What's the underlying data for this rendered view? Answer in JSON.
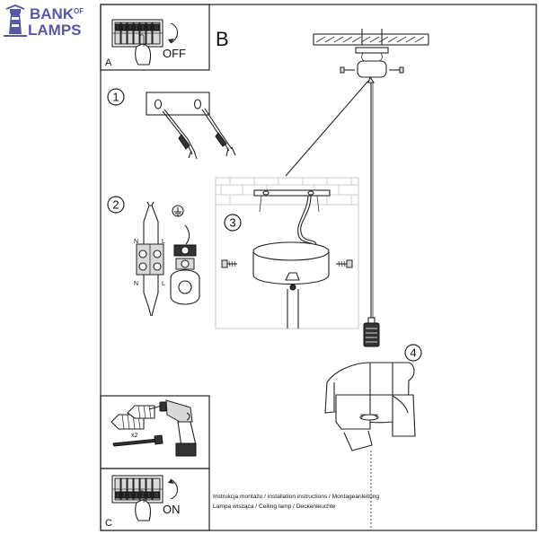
{
  "brand": {
    "line1": "BANK",
    "of": "OF",
    "line2": "LAMPS",
    "color": "#5a57a8"
  },
  "panels": {
    "a": {
      "letter": "A",
      "state": "OFF"
    },
    "b": {
      "letter": "B"
    },
    "c": {
      "letter": "C",
      "state": "ON"
    }
  },
  "steps": {
    "s1": "1",
    "s2": "2",
    "s3": "3",
    "s4": "4"
  },
  "terminal_labels": {
    "n_top": "N",
    "l_top": "L",
    "n_bottom": "N",
    "l_bottom": "L"
  },
  "tools": {
    "quantity": "x2"
  },
  "caption": {
    "line1": "Instrukcja montażu / installation instructions / Montageanleitung",
    "line2": "Lampa wisząca / Ceiling lamp / Deckenleuchte"
  },
  "icons": [
    "lighthouse-icon",
    "switchboard-icon",
    "hand-icon",
    "earth-ground-icon",
    "drill-icon",
    "wall-plug-icon",
    "screw-icon"
  ]
}
